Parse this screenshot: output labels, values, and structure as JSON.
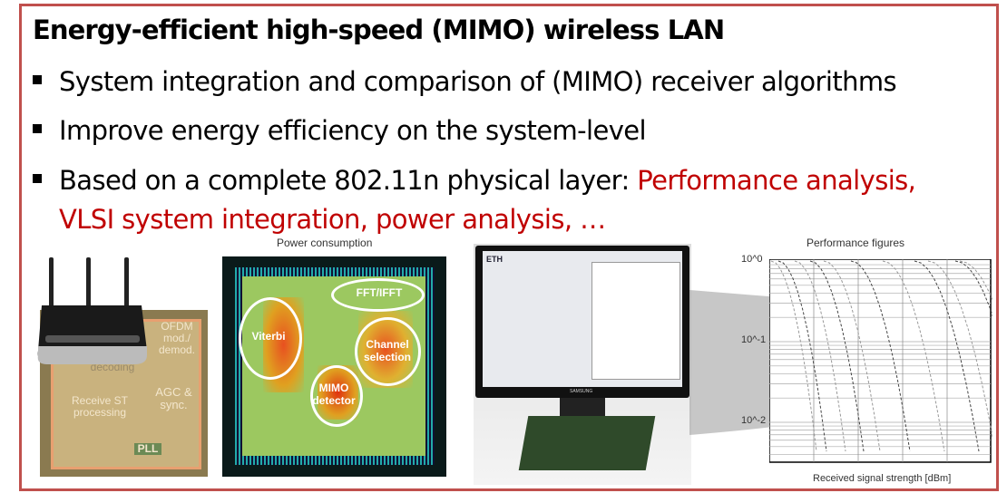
{
  "slide": {
    "title": "Energy-efficient high-speed (MIMO) wireless LAN",
    "bullets": [
      {
        "text": "System integration and comparison of (MIMO) receiver algorithms"
      },
      {
        "text": "Improve energy efficiency on the system-level"
      },
      {
        "text": "Based on a complete 802.11n physical layer: ",
        "highlight": "Performance analysis,",
        "highlight_line2": "VLSI system integration, power analysis, …"
      }
    ],
    "accent_color": "#c00000",
    "frame_color": "#c0504d"
  },
  "chip_photo": {
    "labels": {
      "ofdm": "OFDM mod./ demod.",
      "decoding": "decoding",
      "agc": "AGC & sync.",
      "receive": "Receive ST processing",
      "pll": "PLL"
    }
  },
  "power_map": {
    "caption": "Power consumption",
    "labels": {
      "fft": "FFT/IFFT",
      "viterbi": "Viterbi",
      "channel": "Channel selection",
      "mimo": "MIMO detector"
    }
  },
  "testbed_photo": {
    "logo": "ETH",
    "brand": "SAMSUNG"
  },
  "performance_chart": {
    "caption": "Performance figures",
    "y_ticks": [
      "10^0",
      "10^-1",
      "10^-2"
    ],
    "xlabel": "Received signal strength [dBm]"
  }
}
